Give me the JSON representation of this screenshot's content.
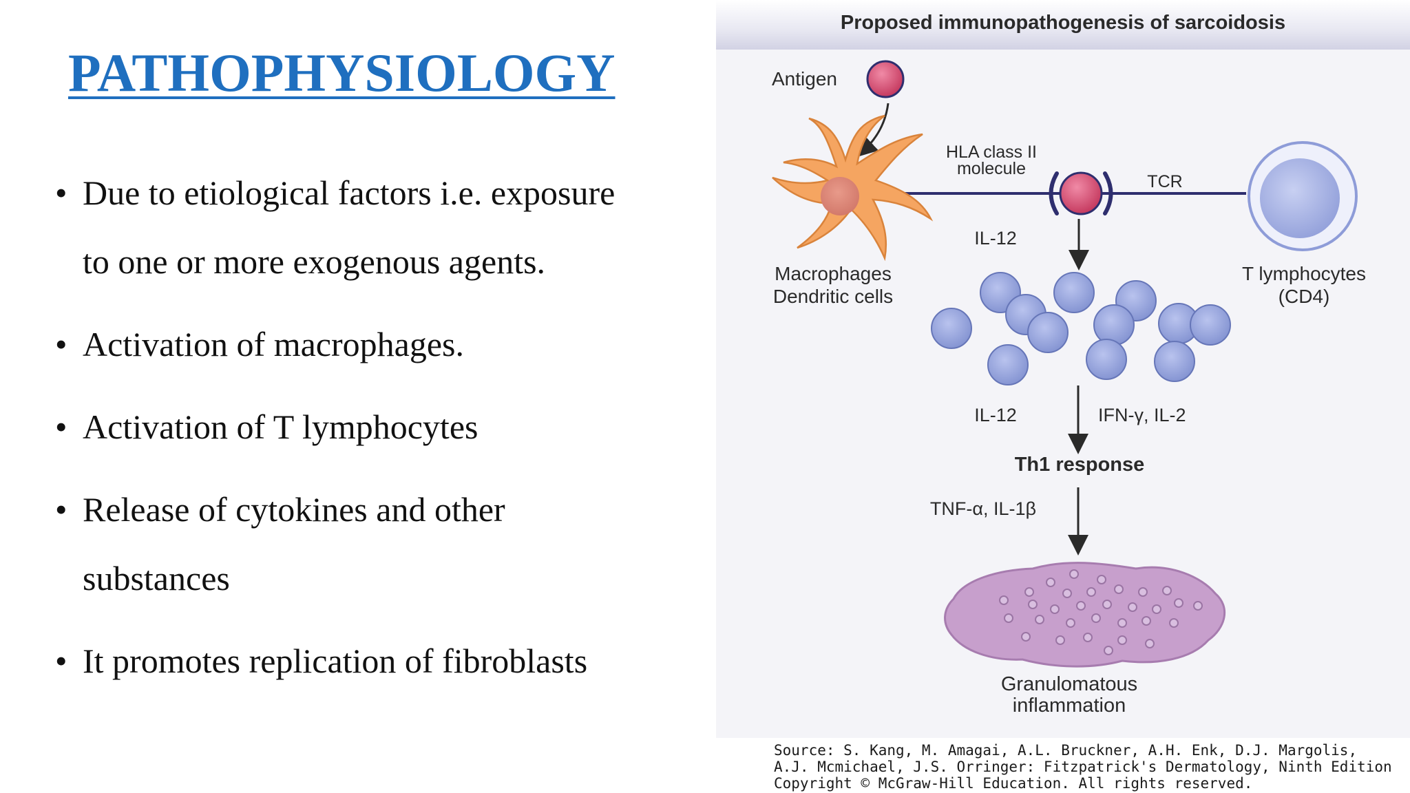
{
  "slide": {
    "title": "PATHOPHYSIOLOGY",
    "bullets": [
      {
        "line1": "Due to etiological factors i.e. exposure",
        "line2": "to one or more exogenous agents."
      },
      {
        "line1": "Activation of macrophages."
      },
      {
        "line1": "Activation of T lymphocytes"
      },
      {
        "line1": "Release of cytokines and other",
        "line2": "substances"
      },
      {
        "line1": "It promotes replication of fibroblasts"
      }
    ]
  },
  "figure": {
    "title": "Proposed immunopathogenesis of sarcoidosis",
    "labels": {
      "antigen": "Antigen",
      "hla_line1": "HLA class II",
      "hla_line2": "molecule",
      "tcr": "TCR",
      "macrophage_line1": "Macrophages",
      "macrophage_line2": "Dendritic cells",
      "tlymph_line1": "T lymphocytes",
      "tlymph_line2": "(CD4)",
      "il12_upper": "IL-12",
      "il12_lower": "IL-12",
      "ifn": "IFN-γ, IL-2",
      "th1": "Th1 response",
      "tnf": "TNF-α, IL-1β",
      "granuloma_line1": "Granulomatous",
      "granuloma_line2": "inflammation"
    },
    "colors": {
      "antigen": "#d6456b",
      "macrophage": "#f5a561",
      "tcell": "#8f9fd6",
      "granuloma": "#c79fcc",
      "connector": "#2e2e6e"
    },
    "source_lines": [
      "Source: S. Kang, M. Amagai, A.L. Bruckner, A.H. Enk, D.J. Margolis,",
      "A.J. Mcmichael, J.S. Orringer: Fitzpatrick's Dermatology, Ninth Edition",
      "Copyright © McGraw-Hill Education. All rights reserved."
    ]
  }
}
